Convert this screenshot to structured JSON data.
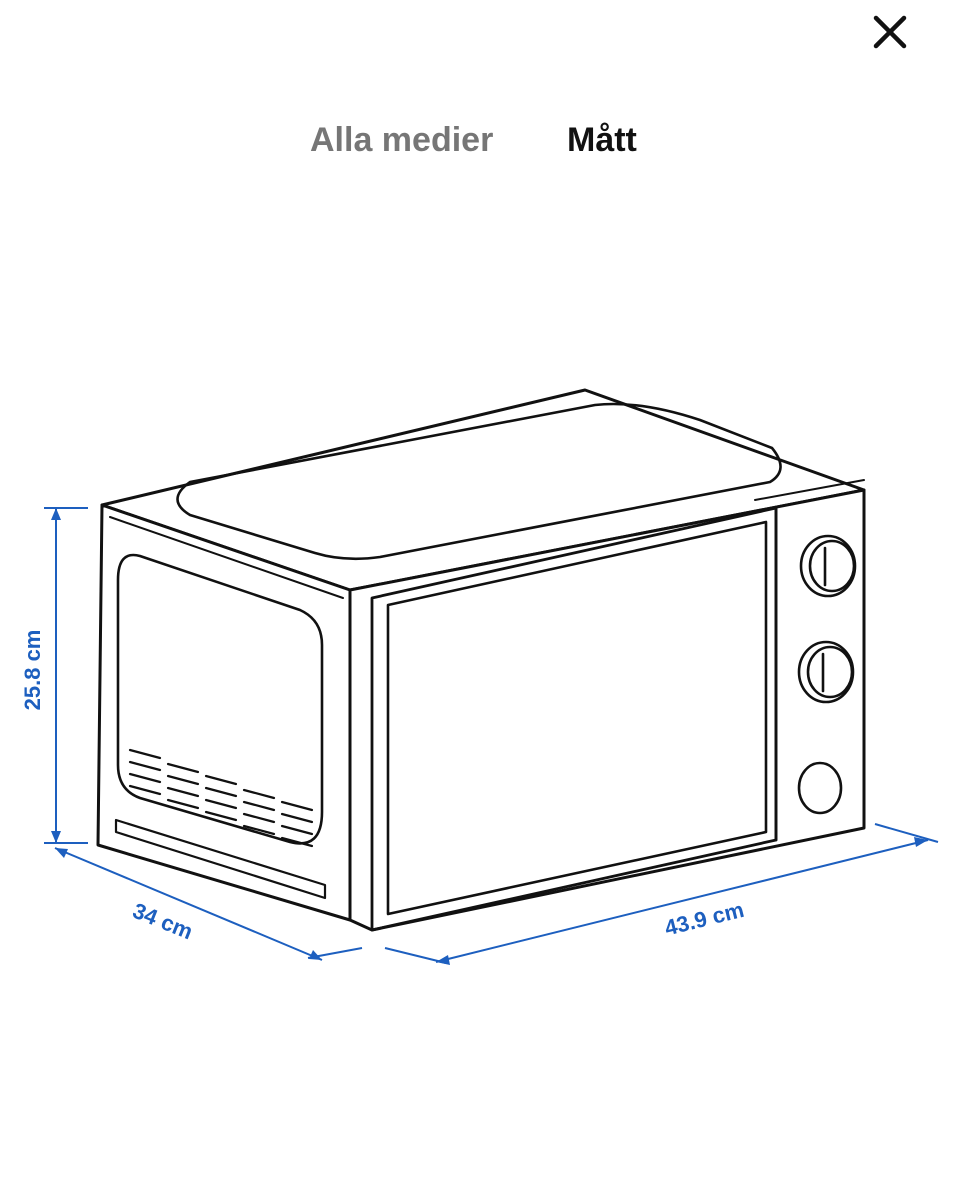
{
  "header": {
    "close_icon": "close-icon"
  },
  "tabs": [
    {
      "label": "Alla medier",
      "active": false
    },
    {
      "label": "Mått",
      "active": true
    }
  ],
  "product_image": {
    "icon": "microwave-line-drawing",
    "dimension_color": "#1d5fbf"
  },
  "dimensions": {
    "height": "25.8 cm",
    "depth": "34 cm",
    "width": "43.9 cm"
  }
}
